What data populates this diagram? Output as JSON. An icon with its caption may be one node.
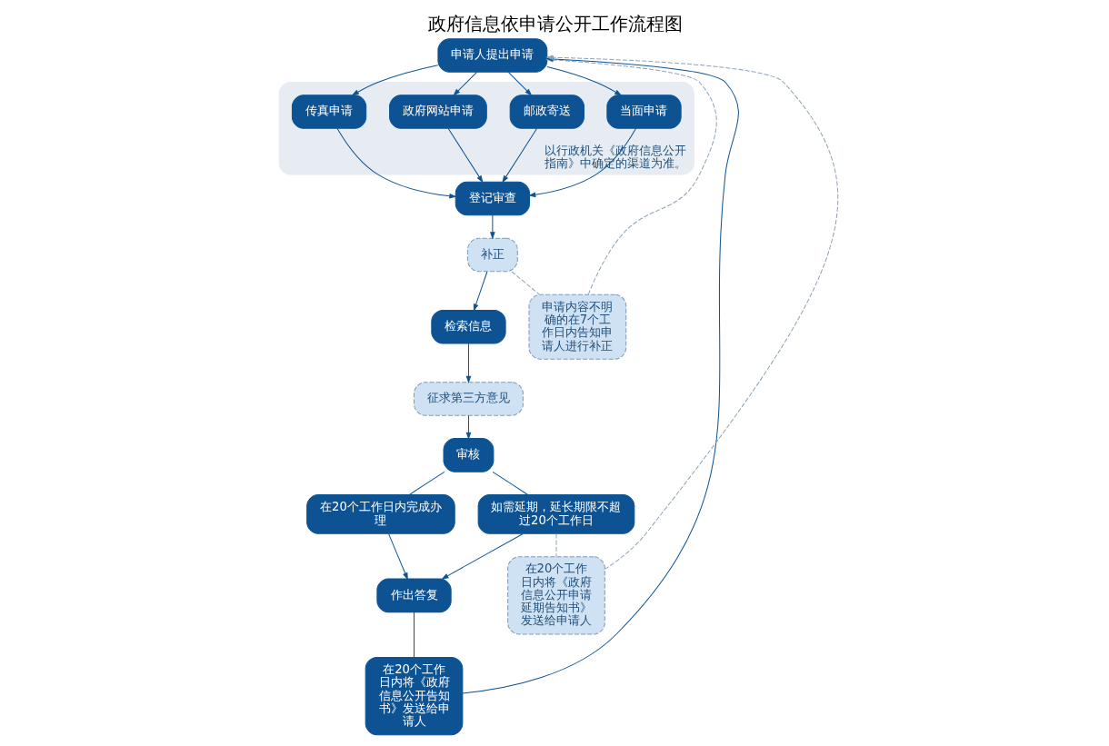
{
  "diagram": {
    "title": "政府信息依申请公开工作流程图",
    "nodes": [
      {
        "text": [
          "申请人提出申请"
        ]
      },
      {
        "text": [
          "以行政机关《政府信息公开指南》中确定的渠道为准。"
        ]
      },
      {
        "text": [
          "当面申请"
        ],
        "in": 1
      },
      {
        "text": [
          "邮政寄送"
        ],
        "in": 1
      },
      {
        "text": [
          "政府网站申请"
        ],
        "in": 1
      },
      {
        "text": [
          "传真申请"
        ],
        "in": 1
      },
      {
        "text": [
          "登记审查"
        ]
      },
      {
        "text": [
          "补正"
        ]
      },
      {
        "text": [
          "检索信息"
        ]
      },
      {
        "text": [
          "征求第三方意见"
        ]
      },
      {
        "text": [
          "审核"
        ]
      },
      {
        "text": [
          "在20个工作日内完成办理"
        ]
      },
      {
        "text": [
          "如需延期，延长期限不超过20个工作日"
        ]
      },
      {
        "text": [
          "作出答复"
        ]
      },
      {
        "text": [
          "申请内容不明确的在7个工作日内告知申请人进行补正"
        ]
      },
      {
        "text": [
          "在20个工作日内将《政府信息公开告知书》发送给申请人"
        ]
      },
      {
        "text": [
          "在20个工作日内将《政府信息公开申请延期告知书》发送给申请人"
        ]
      }
    ],
    "edges": [
      {
        "from": 0,
        "to": 2,
        "arrow": "to"
      },
      {
        "from": 0,
        "to": 3,
        "arrow": "to"
      },
      {
        "from": 0,
        "to": 4,
        "arrow": "to"
      },
      {
        "from": 0,
        "to": 5,
        "arrow": "to"
      },
      {
        "from": 2,
        "to": 6,
        "arrow": "to"
      },
      {
        "from": 3,
        "to": 6,
        "arrow": "to"
      },
      {
        "from": 4,
        "to": 6,
        "arrow": "to"
      },
      {
        "from": 5,
        "to": 6,
        "arrow": "to"
      },
      {
        "from": 6,
        "to": 7,
        "arrow": "to"
      },
      {
        "from": 7,
        "to": 8,
        "arrow": "to"
      },
      {
        "from": 8,
        "to": 9,
        "arrow": "to"
      },
      {
        "from": 9,
        "to": 10,
        "arrow": "to"
      },
      {
        "from": 10,
        "to": 11,
        "arrow": "none"
      },
      {
        "from": 10,
        "to": 12,
        "arrow": "none"
      },
      {
        "from": 11,
        "to": 13,
        "arrow": "to"
      },
      {
        "from": 12,
        "to": 13,
        "arrow": "to"
      },
      {
        "from": 13,
        "to": 15,
        "arrow": "none"
      },
      {
        "from": 15,
        "to": 0,
        "arrow": "to"
      },
      {
        "from": 7,
        "to": 14,
        "arrow": "none",
        "style": "dashed",
        "color": "#8fa3b8"
      },
      {
        "from": 14,
        "to": 0,
        "arrow": "to",
        "style": "dashed",
        "color": "#8fa3b8"
      },
      {
        "from": 12,
        "to": 16,
        "arrow": "none",
        "style": "dashed",
        "color": "#8fa3b8"
      },
      {
        "from": 16,
        "to": 0,
        "arrow": "to",
        "style": "dashed",
        "color": "#8fa3b8"
      }
    ]
  }
}
